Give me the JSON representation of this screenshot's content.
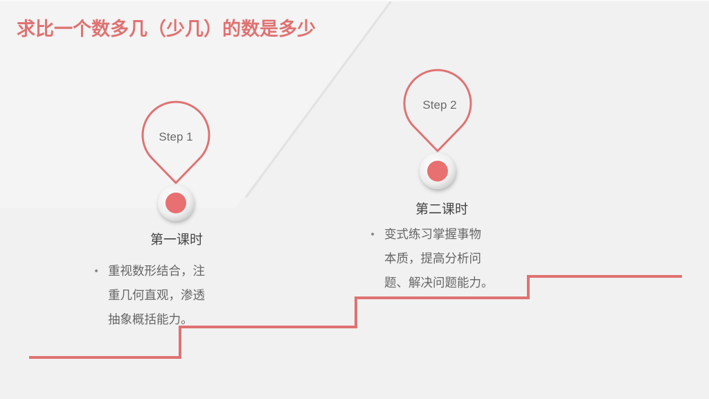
{
  "title": "求比一个数多几（少几）的数是多少",
  "steps": [
    {
      "label": "Step 1",
      "heading": "第一课时",
      "lines": [
        "重视数形结合，注",
        "重几何直观，渗透",
        "抽象概括能力。"
      ]
    },
    {
      "label": "Step 2",
      "heading": "第二课时",
      "lines": [
        "变式练习掌握事物",
        "本质，提高分析问",
        "题、解决问题能力。"
      ]
    }
  ],
  "colors": {
    "accent": "#e07272",
    "background": "#f1f1f1",
    "text": "#666666"
  }
}
